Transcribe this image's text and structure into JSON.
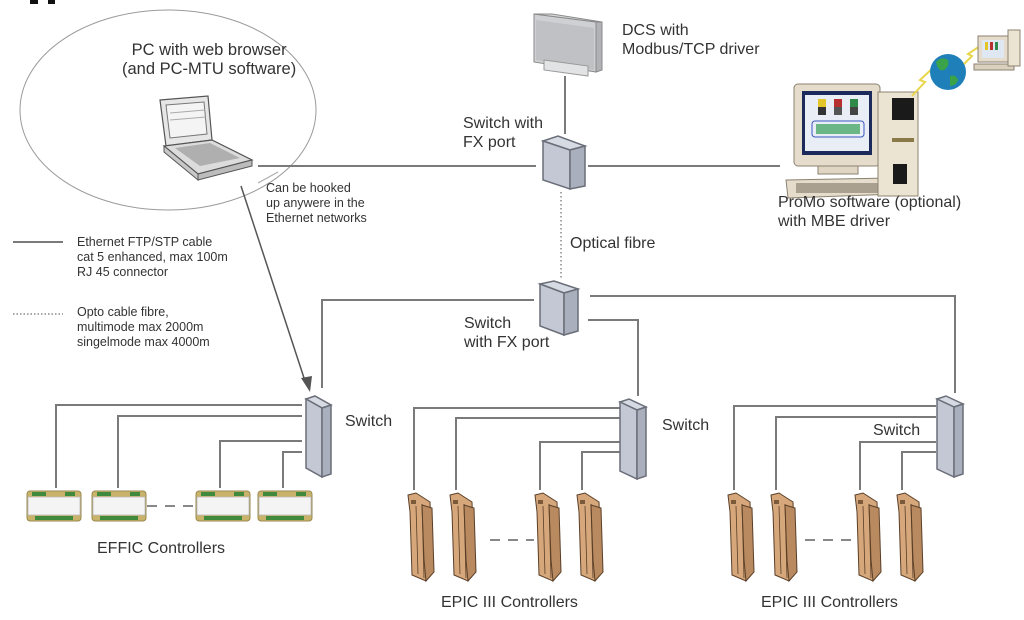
{
  "heading_fragment": "..",
  "nodes": {
    "pc_web": {
      "label": "PC with web browser\n(and PC-MTU software)"
    },
    "dcs": {
      "label": "DCS with\nModbus/TCP driver"
    },
    "switch_top": {
      "label": "Switch with\nFX port"
    },
    "promo": {
      "label": "ProMo software (optional)\nwith MBE driver"
    },
    "hookup_note": {
      "label": "Can be hooked\nup anywere in the\nEthernet networks"
    },
    "optical_fibre": {
      "label": "Optical fibre"
    },
    "switch_mid": {
      "label": "Switch\nwith FX port"
    },
    "switch_left": {
      "label": "Switch"
    },
    "switch_center": {
      "label": "Switch"
    },
    "switch_right": {
      "label": "Switch"
    },
    "effic_group": {
      "label": "EFFIC Controllers",
      "count_shown": 4
    },
    "epic_group_1": {
      "label": "EPIC III Controllers",
      "count_shown": 4
    },
    "epic_group_2": {
      "label": "EPIC III Controllers",
      "count_shown": 4
    }
  },
  "legend": [
    {
      "type": "solid",
      "label": "Ethernet FTP/STP cable\ncat 5 enhanced, max 100m\nRJ 45 connector"
    },
    {
      "type": "dotted",
      "label": "Opto cable fibre,\nmultimode max 2000m\nsingelmode max 4000m"
    }
  ],
  "colors": {
    "cable": "#7a7a7a",
    "switch": "#c3c8d4",
    "epic_controller": "#d6a77a",
    "effic_accent": "#3f8a3c",
    "effic_trim": "#c9b26a",
    "globe": "#1f7fb8"
  }
}
